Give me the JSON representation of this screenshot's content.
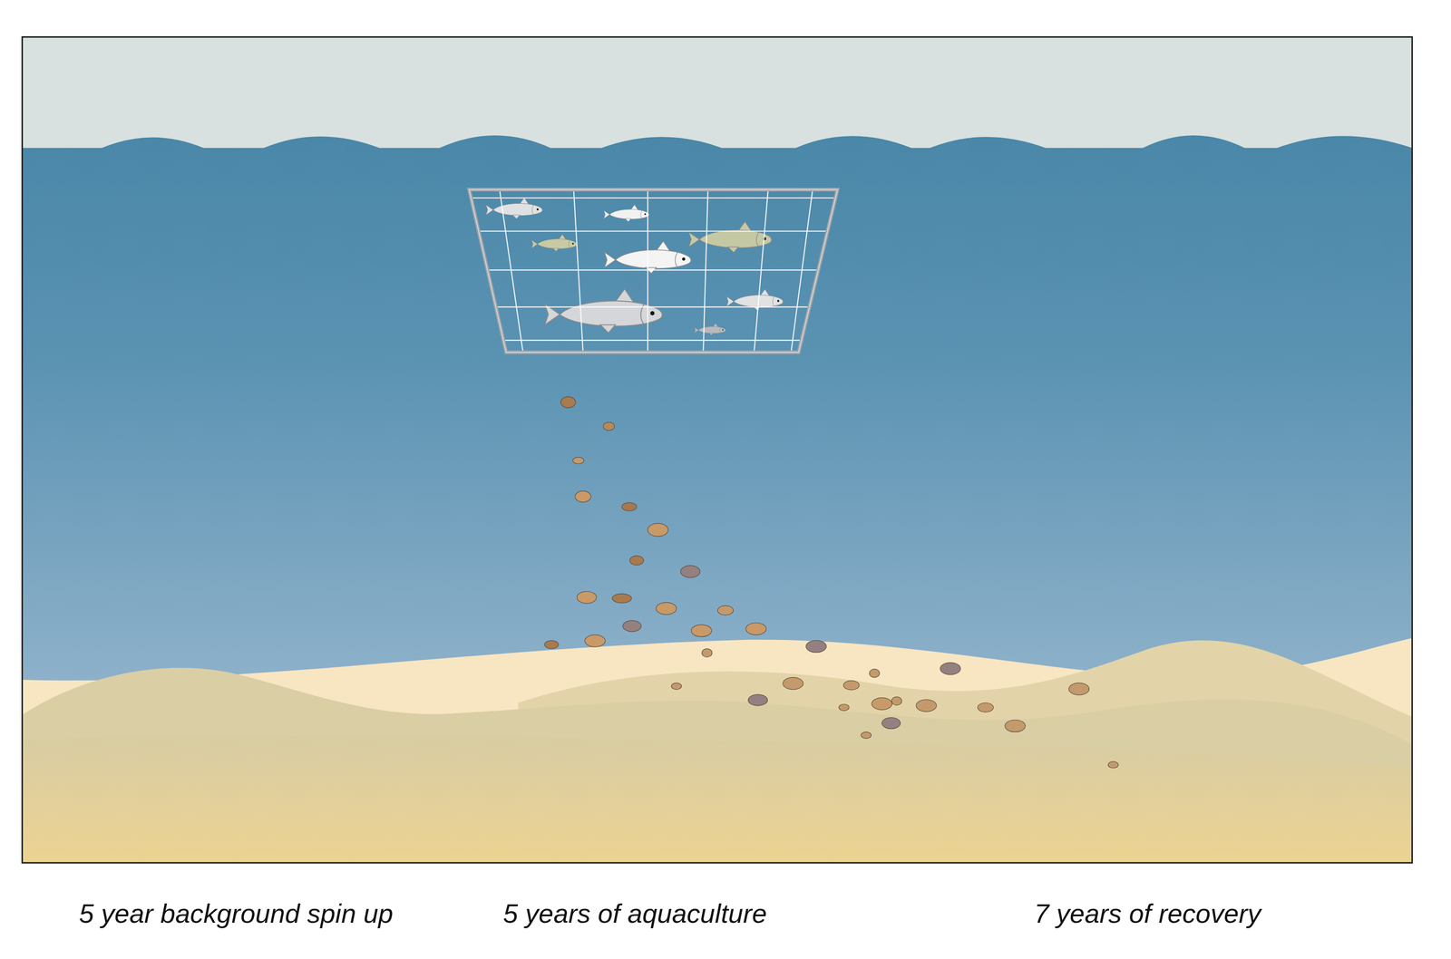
{
  "diagram": {
    "labels": [
      "5 year background spin up",
      "5 years of aquaculture",
      "7 years of recovery"
    ]
  }
}
